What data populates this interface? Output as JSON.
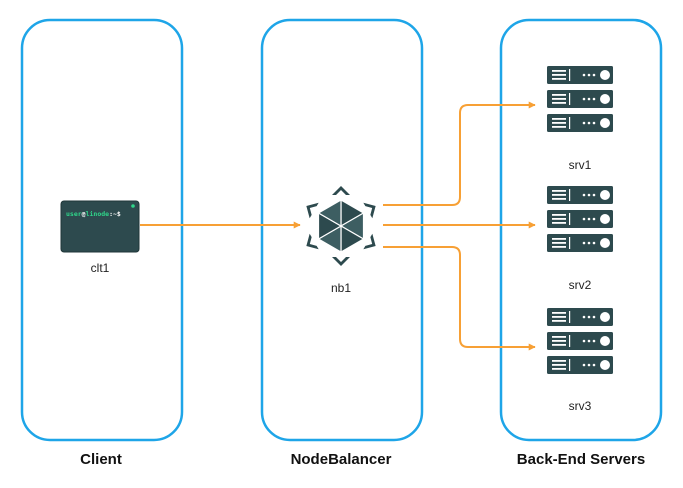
{
  "columns": [
    {
      "title": "Client"
    },
    {
      "title": "NodeBalancer"
    },
    {
      "title": "Back-End Servers"
    }
  ],
  "client": {
    "label": "clt1",
    "icon": "terminal-icon",
    "terminal_text": {
      "user": "user",
      "at": "@",
      "host": "linode",
      "prompt": ":~$"
    }
  },
  "balancer": {
    "label": "nb1",
    "icon": "nodebalancer-icon"
  },
  "servers": [
    {
      "label": "srv1",
      "icon": "server-stack-icon"
    },
    {
      "label": "srv2",
      "icon": "server-stack-icon"
    },
    {
      "label": "srv3",
      "icon": "server-stack-icon"
    }
  ],
  "colors": {
    "border": "#1ea5e8",
    "arrow": "#f7a035",
    "icon_dark": "#2d4a4e",
    "icon_mid": "#3d5e62",
    "terminal_green": "#2fd58a"
  }
}
